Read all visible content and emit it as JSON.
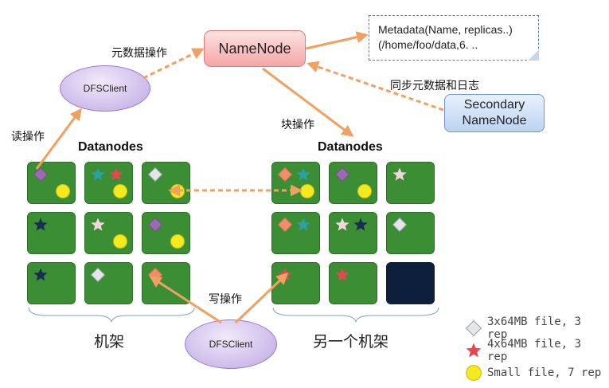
{
  "namenode": {
    "label": "NameNode"
  },
  "secondary": {
    "line1": "Secondary",
    "line2": "NameNode"
  },
  "metadata": {
    "line1": "Metadata(Name, replicas..)",
    "line2": "(/home/foo/data,6. .."
  },
  "clients": {
    "top": "DFSClient",
    "bottom": "DFSClient"
  },
  "edge_labels": {
    "metadata_op": "元数据操作",
    "sync": "同步元数据和日志",
    "block_op": "块操作",
    "read_op": "读操作",
    "write_op": "写操作"
  },
  "racks": {
    "left": {
      "title": "Datanodes",
      "label": "机架",
      "nodes": [
        {
          "blocks": [
            "purple-diamond",
            "yellow-circle"
          ]
        },
        {
          "blocks": [
            "teal-star",
            "red-star",
            "yellow-circle"
          ]
        },
        {
          "blocks": [
            "white-diamond",
            "yellow-circle"
          ]
        },
        {
          "blocks": [
            "navy-star"
          ]
        },
        {
          "blocks": [
            "pink-star",
            "yellow-circle"
          ]
        },
        {
          "blocks": [
            "purple-diamond",
            "yellow-circle"
          ]
        },
        {
          "blocks": [
            "navy-star"
          ]
        },
        {
          "blocks": [
            "white-diamond"
          ]
        },
        {
          "blocks": [
            "orange-diamond"
          ]
        }
      ]
    },
    "right": {
      "title": "Datanodes",
      "label": "另一个机架",
      "nodes": [
        {
          "blocks": [
            "orange-diamond",
            "teal-star",
            "yellow-circle"
          ]
        },
        {
          "blocks": [
            "purple-diamond",
            "yellow-circle"
          ]
        },
        {
          "blocks": [
            "pink-star"
          ]
        },
        {
          "blocks": [
            "orange-diamond",
            "teal-star"
          ]
        },
        {
          "blocks": [
            "pink-star",
            "navy-star"
          ]
        },
        {
          "blocks": [
            "white-diamond"
          ]
        },
        {
          "blocks": [
            "red-star"
          ]
        },
        {
          "blocks": [
            "red-star"
          ]
        },
        {
          "blocks": [],
          "dark": true
        }
      ]
    }
  },
  "legend": [
    {
      "icon": "white-diamond",
      "text": "3x64MB file, 3 rep"
    },
    {
      "icon": "red-star",
      "text": "4x64MB file, 3 rep"
    },
    {
      "icon": "yellow-circle",
      "text": "Small file, 7 rep"
    }
  ],
  "colors": {
    "node_green": "#3c8e35",
    "arrow_orange": "#f0a060",
    "namenode_fill": "#f4a6a6",
    "secondary_fill": "#bcd3f2",
    "client_fill": "#cdbbea",
    "red_star": "#e8474f",
    "yellow_circle": "#f4ea1d",
    "purple_diamond": "#9b6bb0",
    "orange_diamond": "#f08e6b",
    "teal_star": "#2ba0a8",
    "navy_star": "#1a2c52",
    "pink_star": "#f4d6de"
  }
}
